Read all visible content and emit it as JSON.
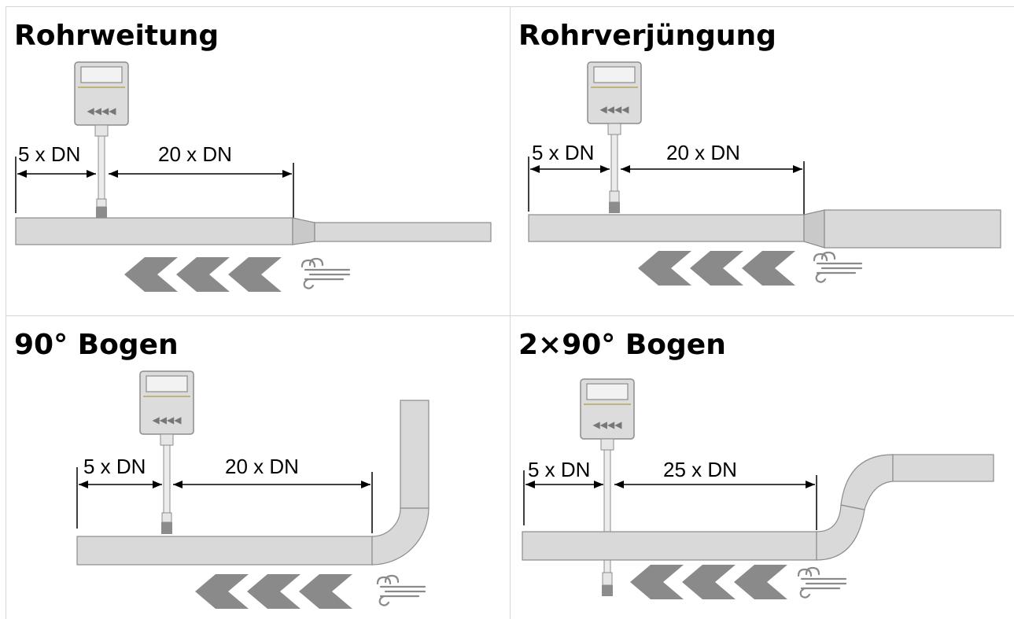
{
  "panels": [
    {
      "id": "rohrweitung",
      "title": "Rohrweitung",
      "label_upstream": "5 x DN",
      "label_downstream": "20 x DN"
    },
    {
      "id": "rohrverjuengung",
      "title": "Rohrverjüngung",
      "label_upstream": "5 x DN",
      "label_downstream": "20 x DN"
    },
    {
      "id": "bogen90",
      "title": "90° Bogen",
      "label_upstream": "5 x DN",
      "label_downstream": "20 x DN"
    },
    {
      "id": "bogen2x90",
      "title": "2×90° Bogen",
      "label_upstream": "5 x DN",
      "label_downstream": "25 x DN"
    }
  ],
  "icons": {
    "sensor": "flow-sensor-icon",
    "arrows": "flow-direction-arrows-icon",
    "wind": "wind-icon"
  },
  "colors": {
    "pipe_fill": "#d9d9d9",
    "pipe_stroke": "#8c8c8c",
    "arrow_fill": "#8a8a8a",
    "grid_line": "#d6d6d6",
    "sensor_body": "#dcdcdc",
    "sensor_tip": "#8c8c8c"
  }
}
